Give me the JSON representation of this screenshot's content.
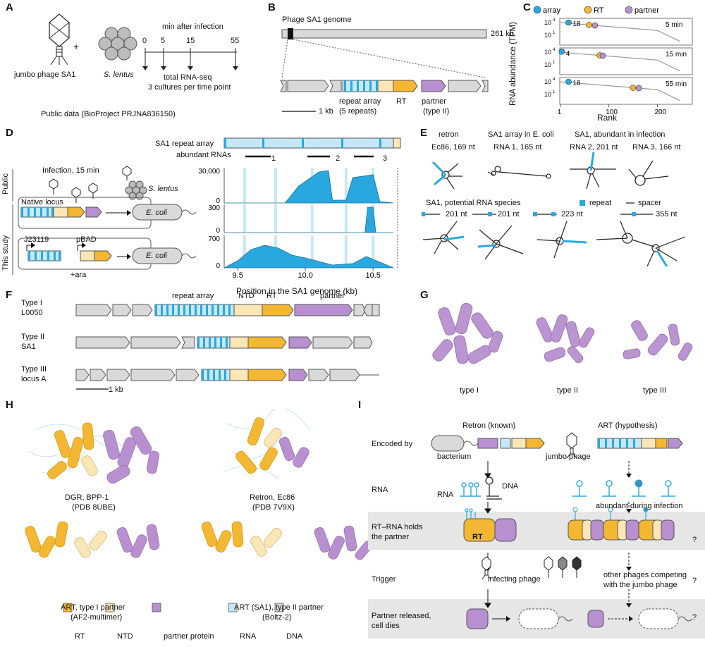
{
  "panels": {
    "A": "A",
    "B": "B",
    "C": "C",
    "D": "D",
    "E": "E",
    "F": "F",
    "G": "G",
    "H": "H",
    "I": "I"
  },
  "a": {
    "jumbo": "jumbo phage SA1",
    "host": "S. lentus",
    "plus": "+",
    "min_title": "min after infection",
    "times": [
      "0",
      "5",
      "15",
      "55"
    ],
    "rnaseq": "total RNA-seq",
    "cultures": "3 cultures per time point",
    "public": "Public data (BioProject PRJNA836150)"
  },
  "b": {
    "genome": "Phage SA1 genome",
    "size": "261 kb",
    "array": "repeat array",
    "repeats": "(5 repeats)",
    "rt": "RT",
    "partner": "partner",
    "partner_type": "(type II)",
    "scale": "1 kb"
  },
  "c": {
    "legend": [
      "array",
      "RT",
      "partner"
    ],
    "ylabel": "RNA abundance (TPM)",
    "xlabel": "Rank",
    "xticks": [
      "1",
      "100",
      "200"
    ],
    "yt_hi": "10",
    "yt_hi_e": "4",
    "yt_lo": "10",
    "yt_lo_e": "1",
    "panels": [
      {
        "time": "5 min",
        "array_rank": "18"
      },
      {
        "time": "15 min",
        "array_rank": "4"
      },
      {
        "time": "55 min",
        "array_rank": "18"
      }
    ]
  },
  "d": {
    "array_label": "SA1 repeat array",
    "abundant": "abundant RNAs",
    "rna_nums": [
      "1",
      "2",
      "3"
    ],
    "public": "Public",
    "this_study": "This study",
    "infection": "Infection, 15 min",
    "host": "S. lentus",
    "native": "Native locus",
    "promoter": "J23119",
    "pbad": "pBAD",
    "ara": "+ara",
    "ecoli": "E. coli",
    "yticks1": [
      "30,000",
      "0"
    ],
    "yticks2": [
      "300",
      "0"
    ],
    "yticks3": [
      "700",
      "0"
    ],
    "xticks": [
      "9.5",
      "10.0",
      "10.5"
    ],
    "xlabel": "Position in the SA1 genome (kb)"
  },
  "e": {
    "headers": [
      "retron",
      "SA1 array in E. coli",
      "SA1, abundant in infection"
    ],
    "rnas": [
      "Ec86, 169 nt",
      "RNA 1, 165 nt",
      "RNA 2, 201 nt",
      "RNA 3, 166 nt"
    ],
    "potential": "SA1, potential RNA species",
    "repeat": "repeat",
    "spacer": "spacer",
    "lengths": [
      "201 nt",
      "201 nt",
      "223 nt",
      "355 nt"
    ]
  },
  "f": {
    "types": [
      {
        "name": "Type I",
        "sub": "L0050"
      },
      {
        "name": "Type II",
        "sub": "SA1"
      },
      {
        "name": "Type III",
        "sub": "locus A"
      }
    ],
    "headers": [
      "repeat array",
      "NTD",
      "RT",
      "partner"
    ],
    "scale": "1 kb"
  },
  "g": {
    "labels": [
      "type I",
      "type II",
      "type III"
    ]
  },
  "h": {
    "structures": [
      {
        "name": "DGR, BPP-1",
        "sub": "(PDB 8UBE)"
      },
      {
        "name": "Retron, Ec86",
        "sub": "(PDB 7V9X)"
      },
      {
        "name": "ART, type I partner",
        "sub": "(AF2-multimer)"
      },
      {
        "name": "ART (SA1), type II partner",
        "sub": "(Boltz-2)"
      }
    ],
    "legend": [
      "RT",
      "NTD",
      "partner protein",
      "RNA",
      "DNA"
    ]
  },
  "i": {
    "col_headers": [
      "Retron (known)",
      "ART (hypothesis)"
    ],
    "rows": [
      "Encoded by",
      "RNA",
      "RT–RNA holds",
      "the partner",
      "Trigger",
      "Partner released,",
      "cell dies"
    ],
    "bacterium": "bacterium",
    "jumbo": "jumbo phage",
    "rna": "RNA",
    "dna": "DNA",
    "abundant": "abundant during infection",
    "rt": "RT",
    "infecting": "infecting phage",
    "competing1": "other phages competing",
    "competing2": "with the jumbo phage",
    "q": "?"
  },
  "colors": {
    "blue": "#29a8e0",
    "lightblue": "#c6e8f6",
    "gold": "#f4b731",
    "cream": "#fbe7b5",
    "purple": "#b890cf",
    "gray": "#d9d9d9",
    "darkgray": "#6b6b6b"
  }
}
